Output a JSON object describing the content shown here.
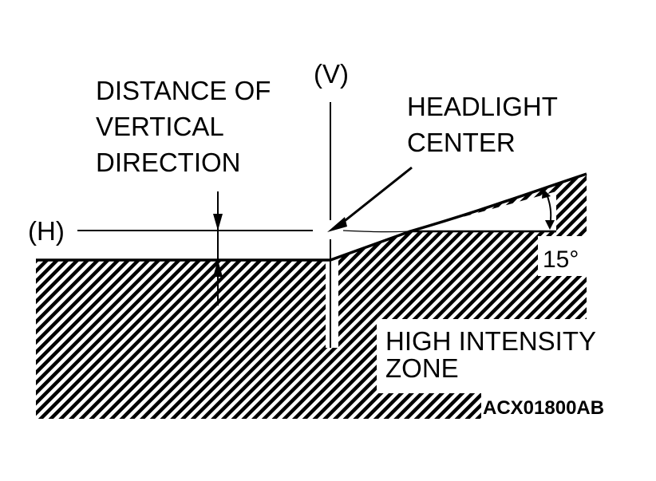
{
  "labels": {
    "vertical_axis": "(V)",
    "horizontal_axis": "(H)",
    "distance_line1": "DISTANCE OF",
    "distance_line2": "VERTICAL",
    "distance_line3": "DIRECTION",
    "headlight_line1": "HEADLIGHT",
    "headlight_line2": "CENTER",
    "angle": "15°",
    "zone_line1": "HIGH INTENSITY",
    "zone_line2": "ZONE",
    "figure_code": "ACX01800AB"
  },
  "colors": {
    "ink": "#000000",
    "paper": "#ffffff"
  }
}
